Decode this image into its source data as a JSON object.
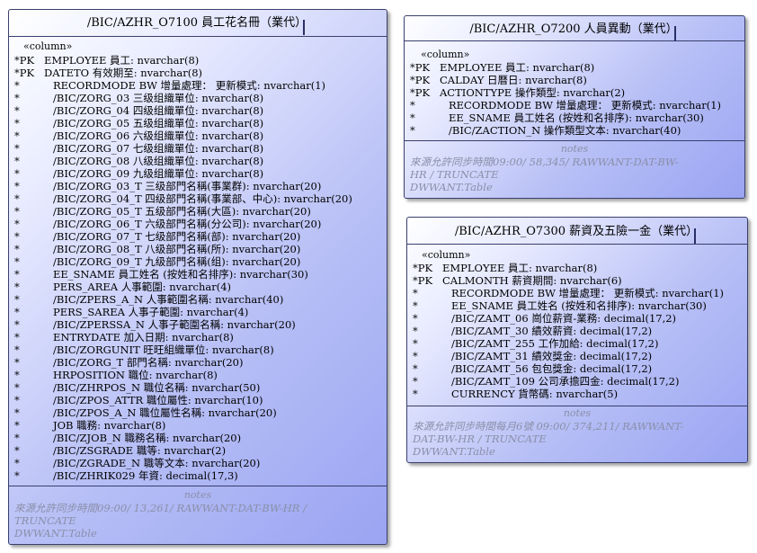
{
  "entities": [
    {
      "title": "/BIC/AZHR_O7100 員工花名冊（業代）",
      "stereotype": "«column»",
      "notes_label": "notes",
      "notes": [
        "來源允許同步時間09:00/ 13,261/ RAWWANT-DAT-BW-HR /",
        "TRUNCATE",
        "DWWANT.Table"
      ],
      "rows": [
        {
          "k": "*PK",
          "t": "EMPLOYEE 員工: nvarchar(8)"
        },
        {
          "k": "*PK",
          "t": "DATETO 有效期至: nvarchar(8)"
        },
        {
          "k": "*",
          "t": "RECORDMODE BW 增量處理：  更新模式: nvarchar(1)"
        },
        {
          "k": "*",
          "t": "/BIC/ZORG_03 三级组織單位: nvarchar(8)"
        },
        {
          "k": "*",
          "t": "/BIC/ZORG_04 四级组織單位: nvarchar(8)"
        },
        {
          "k": "*",
          "t": "/BIC/ZORG_05 五级组織單位: nvarchar(8)"
        },
        {
          "k": "*",
          "t": "/BIC/ZORG_06 六级组織單位: nvarchar(8)"
        },
        {
          "k": "*",
          "t": "/BIC/ZORG_07 七级组織單位: nvarchar(8)"
        },
        {
          "k": "*",
          "t": "/BIC/ZORG_08 八级组織單位: nvarchar(8)"
        },
        {
          "k": "*",
          "t": "/BIC/ZORG_09 九级组織單位: nvarchar(8)"
        },
        {
          "k": "*",
          "t": "/BIC/ZORG_03_T 三级部門名稱(事業群): nvarchar(20)"
        },
        {
          "k": "*",
          "t": "/BIC/ZORG_04_T 四级部門名稱(事業部、中心): nvarchar(20)"
        },
        {
          "k": "*",
          "t": "/BIC/ZORG_05_T 五级部門名稱(大區): nvarchar(20)"
        },
        {
          "k": "*",
          "t": "/BIC/ZORG_06_T 六级部門名稱(分公司): nvarchar(20)"
        },
        {
          "k": "*",
          "t": "/BIC/ZORG_07_T 七级部門名稱(部): nvarchar(20)"
        },
        {
          "k": "*",
          "t": "/BIC/ZORG_08_T 八级部門名稱(所): nvarchar(20)"
        },
        {
          "k": "*",
          "t": "/BIC/ZORG_09_T 九级部門名稱(组): nvarchar(20)"
        },
        {
          "k": "*",
          "t": "EE_SNAME 員工姓名 (按姓和名排序): nvarchar(30)"
        },
        {
          "k": "*",
          "t": "PERS_AREA 人事範圍: nvarchar(4)"
        },
        {
          "k": "*",
          "t": "/BIC/ZPERS_A_N 人事範圍名稱: nvarchar(40)"
        },
        {
          "k": "*",
          "t": "PERS_SAREA 人事子範圍: nvarchar(4)"
        },
        {
          "k": "*",
          "t": "/BIC/ZPERSSA_N 人事子範圍名稱: nvarchar(20)"
        },
        {
          "k": "*",
          "t": "ENTRYDATE 加入日期: nvarchar(8)"
        },
        {
          "k": "*",
          "t": "/BIC/ZORGUNIT 旺旺組織單位: nvarchar(8)"
        },
        {
          "k": "*",
          "t": "/BIC/ZORG_T 部門名稱: nvarchar(20)"
        },
        {
          "k": "*",
          "t": "HRPOSITION 職位: nvarchar(8)"
        },
        {
          "k": "*",
          "t": "/BIC/ZHRPOS_N 職位名稱: nvarchar(50)"
        },
        {
          "k": "*",
          "t": "/BIC/ZPOS_ATTR 職位屬性: nvarchar(10)"
        },
        {
          "k": "*",
          "t": "/BIC/ZPOS_A_N 職位屬性名稱: nvarchar(20)"
        },
        {
          "k": "*",
          "t": "JOB 職務: nvarchar(8)"
        },
        {
          "k": "*",
          "t": "/BIC/ZJOB_N 職務名稱: nvarchar(20)"
        },
        {
          "k": "*",
          "t": "/BIC/ZSGRADE 職等: nvarchar(2)"
        },
        {
          "k": "*",
          "t": "/BIC/ZGRADE_N 職等文本: nvarchar(20)"
        },
        {
          "k": "*",
          "t": "/BIC/ZHRIK029 年資: decimal(17,3)"
        }
      ]
    },
    {
      "title": "/BIC/AZHR_O7200 人員異動（業代）",
      "stereotype": "«column»",
      "notes_label": "notes",
      "notes": [
        "來源允許同步時間09:00/ 58,345/ RAWWANT-DAT-BW-",
        "HR / TRUNCATE",
        "DWWANT.Table"
      ],
      "rows": [
        {
          "k": "*PK",
          "t": "EMPLOYEE 員工: nvarchar(8)"
        },
        {
          "k": "*PK",
          "t": "CALDAY 日曆日: nvarchar(8)"
        },
        {
          "k": "*PK",
          "t": "ACTIONTYPE 操作類型: nvarchar(2)"
        },
        {
          "k": "*",
          "t": "RECORDMODE BW 增量處理：  更新模式: nvarchar(1)"
        },
        {
          "k": "*",
          "t": "EE_SNAME 員工姓名 (按姓和名排序): nvarchar(30)"
        },
        {
          "k": "*",
          "t": "/BIC/ZACTION_N 操作類型文本: nvarchar(40)"
        }
      ]
    },
    {
      "title": "/BIC/AZHR_O7300 薪資及五險一金（業代）",
      "stereotype": "«column»",
      "notes_label": "notes",
      "notes": [
        "來源允許同步時間每月6號 09:00/ 374,211/ RAWWANT-",
        "DAT-BW-HR / TRUNCATE",
        "DWWANT.Table"
      ],
      "rows": [
        {
          "k": "*PK",
          "t": "EMPLOYEE 員工: nvarchar(8)"
        },
        {
          "k": "*PK",
          "t": "CALMONTH 薪資期間: nvarchar(6)"
        },
        {
          "k": "*",
          "t": "RECORDMODE BW 增量處理：  更新模式: nvarchar(1)"
        },
        {
          "k": "*",
          "t": "EE_SNAME 員工姓名 (按姓和名排序): nvarchar(30)"
        },
        {
          "k": "*",
          "t": "/BIC/ZAMT_06 崗位薪資-業務: decimal(17,2)"
        },
        {
          "k": "*",
          "t": "/BIC/ZAMT_30 績效薪資: decimal(17,2)"
        },
        {
          "k": "*",
          "t": "/BIC/ZAMT_255 工作加給: decimal(17,2)"
        },
        {
          "k": "*",
          "t": "/BIC/ZAMT_31 績效獎金: decimal(17,2)"
        },
        {
          "k": "*",
          "t": "/BIC/ZAMT_56 包包獎金: decimal(17,2)"
        },
        {
          "k": "*",
          "t": "/BIC/ZAMT_109 公司承擔四金: decimal(17,2)"
        },
        {
          "k": "*",
          "t": "CURRENCY 貨幣碼: nvarchar(5)"
        }
      ]
    }
  ]
}
